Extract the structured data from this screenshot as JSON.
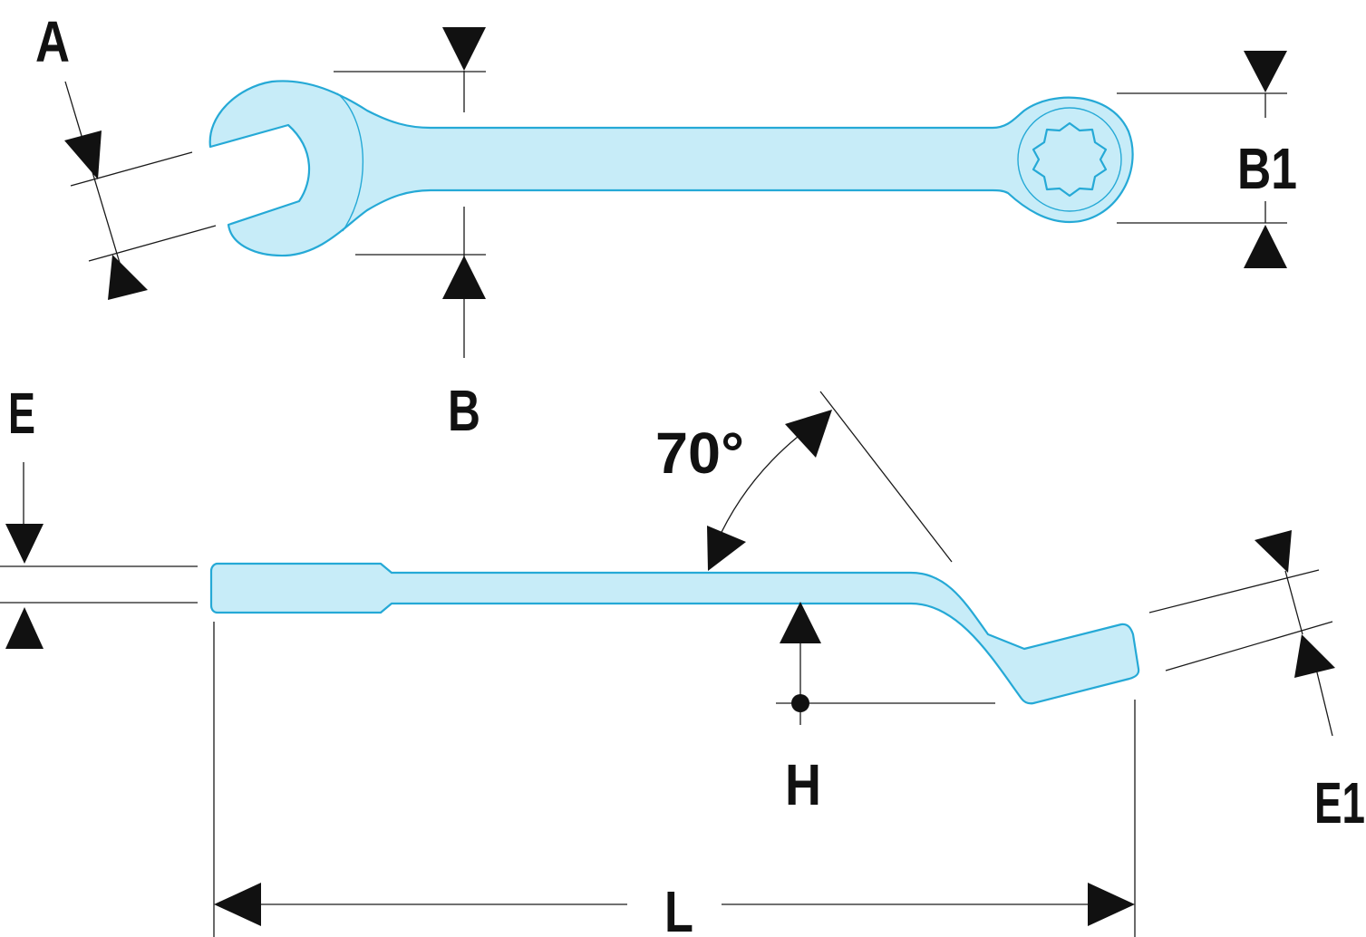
{
  "diagram": {
    "subject": "Offset combination wrench dimension drawing",
    "colors": {
      "wrench_fill": "#c7ecf8",
      "wrench_outline": "#25a9d6",
      "dimension_lines": "#1a1a1a"
    },
    "labels": {
      "A": "A",
      "B": "B",
      "B1": "B1",
      "E": "E",
      "E1": "E1",
      "H": "H",
      "L": "L",
      "angle": "70°"
    }
  }
}
